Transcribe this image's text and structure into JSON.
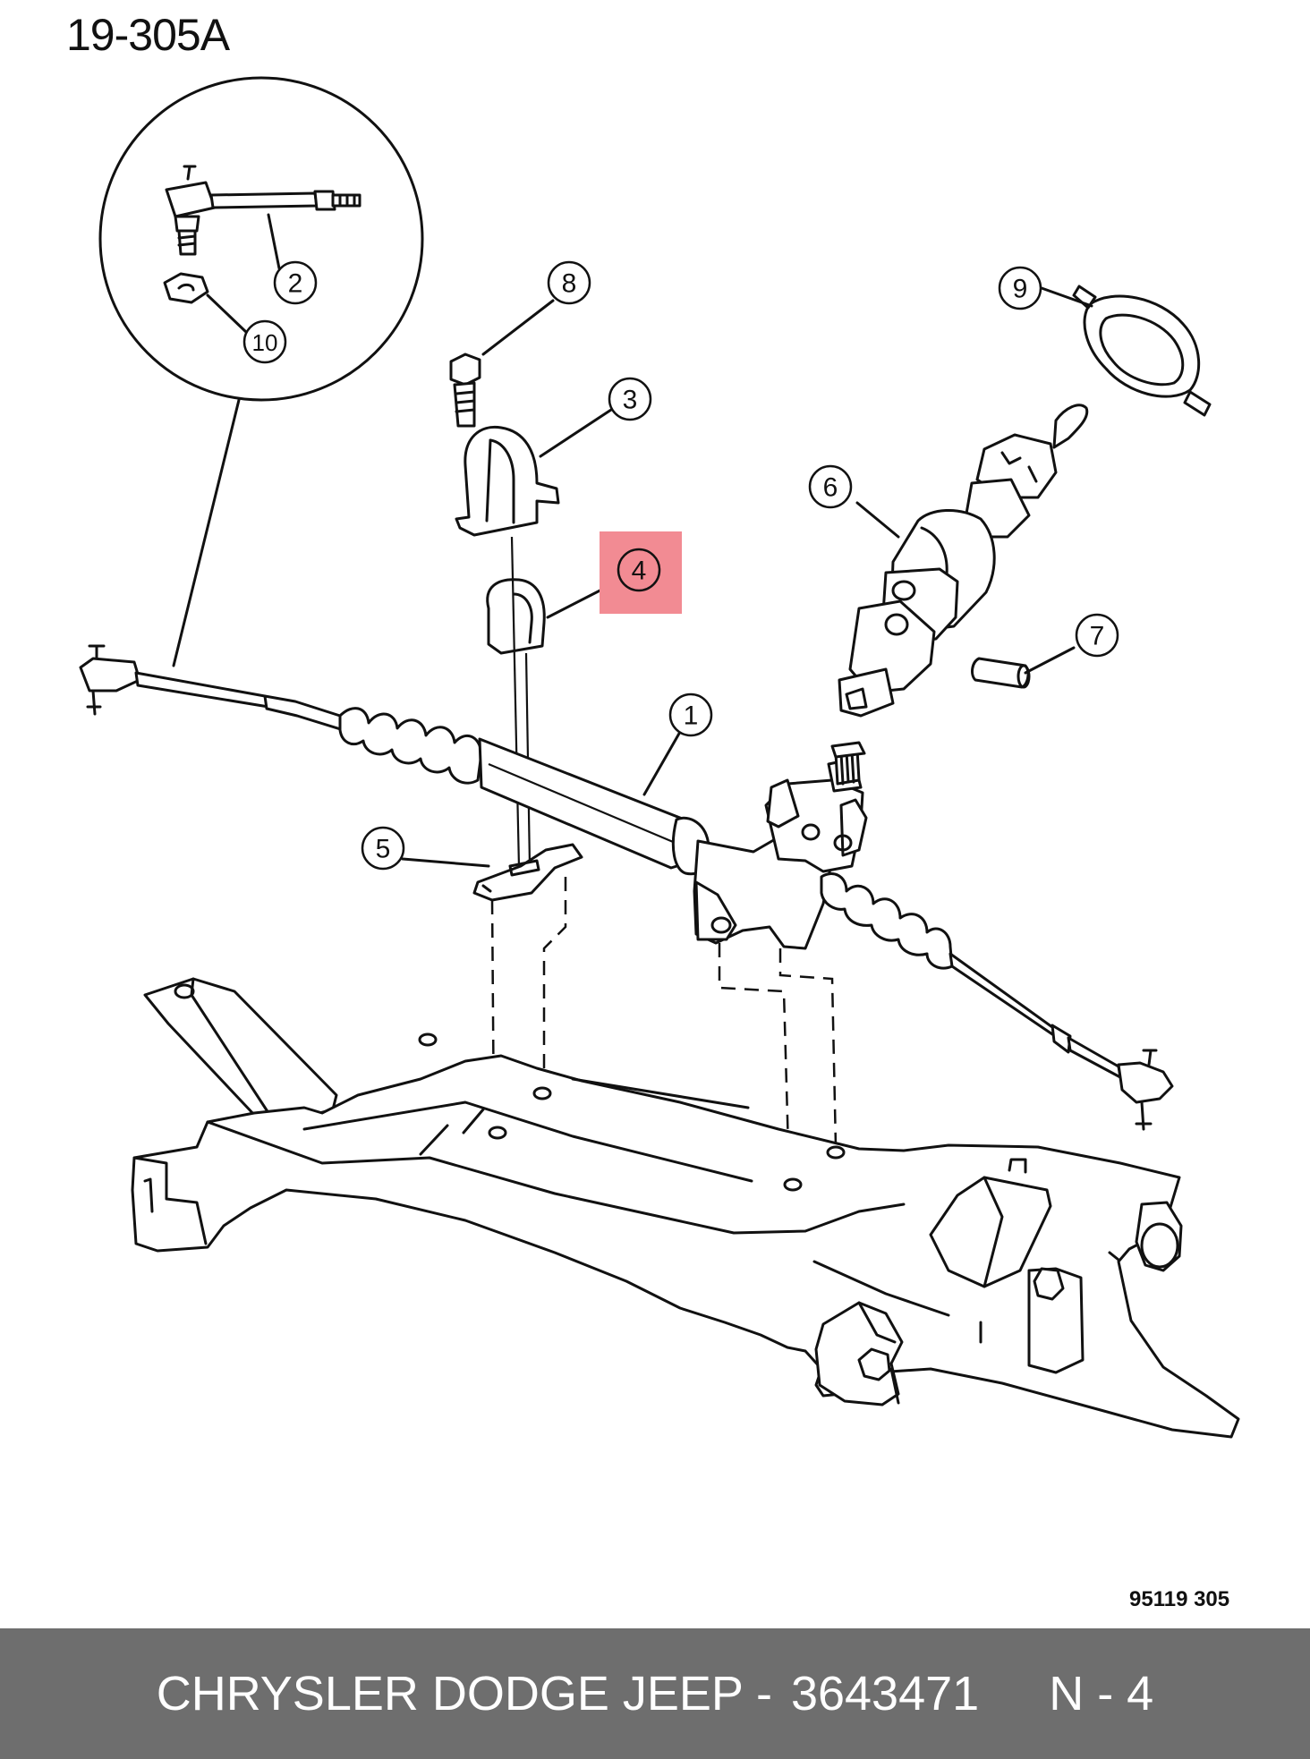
{
  "diagram_code": "19-305A",
  "reference_code": "95119  305",
  "highlight_color": "#f28b93",
  "footer": {
    "brand": "CHRYSLER DODGE JEEP - ",
    "part_number": "3643471",
    "page": "N - 4",
    "background": "#6e6e6e"
  },
  "callouts": [
    "1",
    "2",
    "3",
    "4",
    "5",
    "6",
    "7",
    "8",
    "9",
    "10"
  ],
  "highlighted_callout": "4"
}
